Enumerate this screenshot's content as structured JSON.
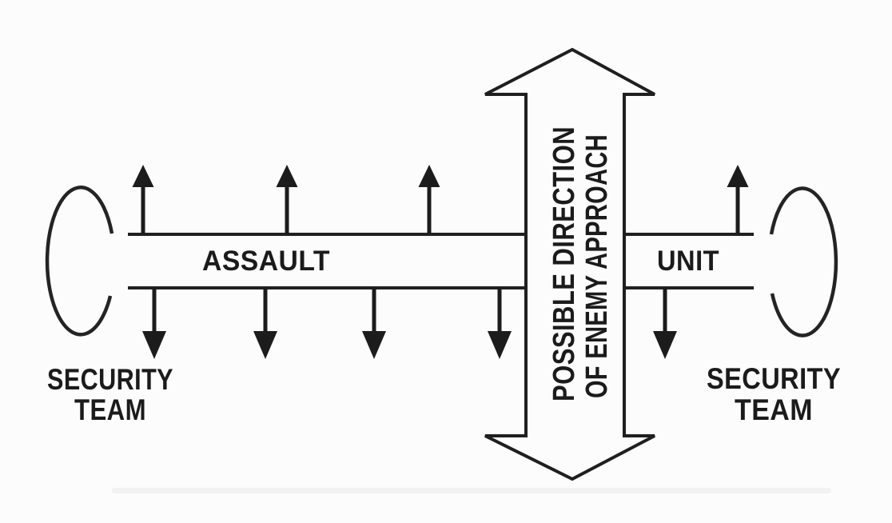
{
  "diagram": {
    "kind": "linear-ambush-formation",
    "colors": {
      "ink": "#1c1c1c",
      "background": "#fcfcfc"
    },
    "element_counts": {
      "up_arrows": 4,
      "down_arrows": 5,
      "security_positions": 2
    }
  },
  "labels": {
    "assault": "ASSAULT",
    "unit": "UNIT",
    "enemy_approach": {
      "line1": "POSSIBLE DIRECTION",
      "line2": "OF ENEMY APPROACH"
    },
    "security_team_left": {
      "line1": "SECURITY",
      "line2": "TEAM"
    },
    "security_team_right": {
      "line1": "SECURITY",
      "line2": "TEAM"
    }
  }
}
